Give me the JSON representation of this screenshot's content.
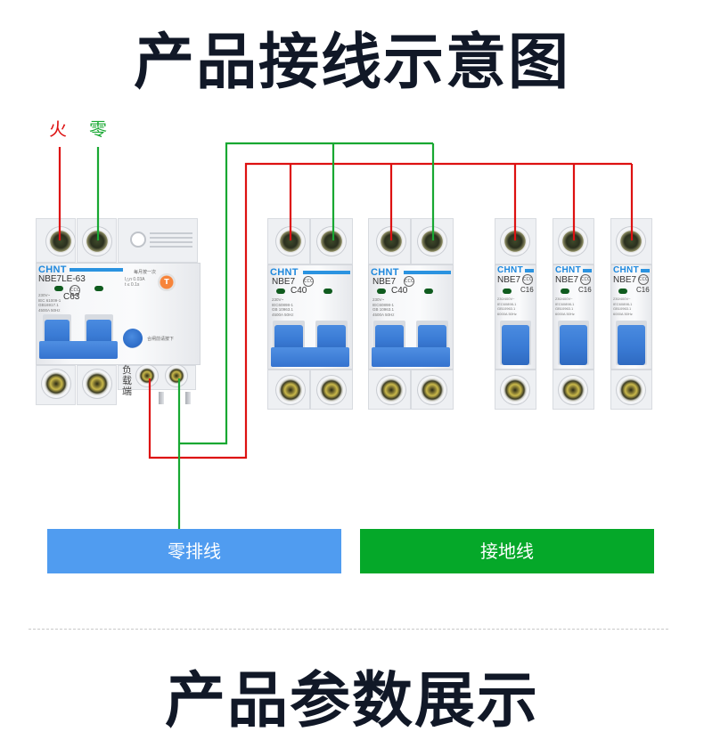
{
  "header": {
    "title": "产品接线示意图"
  },
  "wire_labels": {
    "live": "火",
    "neutral": "零"
  },
  "colors": {
    "live_wire": "#dd1111",
    "neutral_wire": "#18a832",
    "neutral_bar": "#509cf0",
    "ground_bar": "#05a829",
    "brand_blue": "#1e88dd",
    "title_text": "#111827"
  },
  "rcbo": {
    "brand": "CHNT",
    "model": "NBE7LE-63",
    "rating": "C63",
    "spec_lines": "230V~\nIEC 61009-1\nGB16917.1\n4500A 50Hz",
    "leakage_spec": "I△n 0.03A\nt ≤ 0.1s",
    "test_button": "T",
    "test_note": "每月按一次",
    "reset_note": "合闸前请按下",
    "load_label": "负载端"
  },
  "breakers_2p": [
    {
      "brand": "CHNT",
      "model": "NBE7",
      "rating": "C40",
      "spec_lines": "230V~\nIEC60898-1\nGB 10963.1\n4500A 50Hz"
    },
    {
      "brand": "CHNT",
      "model": "NBE7",
      "rating": "C40",
      "spec_lines": "230V~\nIEC60898-1\nGB 10963.1\n4500A 50Hz"
    }
  ],
  "breakers_1p": [
    {
      "brand": "CHNT",
      "model": "NBE7",
      "rating": "C16",
      "spec_lines": "230/400V~\nIEC60898-1\nGB10963.1\n6000A 50Hz"
    },
    {
      "brand": "CHNT",
      "model": "NBE7",
      "rating": "C16",
      "spec_lines": "230/400V~\nIEC60898-1\nGB10963.1\n6000A 50Hz"
    },
    {
      "brand": "CHNT",
      "model": "NBE7",
      "rating": "C16",
      "spec_lines": "230/400V~\nIEC60898-1\nGB10963.1\n6000A 50Hz"
    }
  ],
  "bars": {
    "neutral": "零排线",
    "ground": "接地线"
  },
  "footer": {
    "title": "产品参数展示"
  }
}
